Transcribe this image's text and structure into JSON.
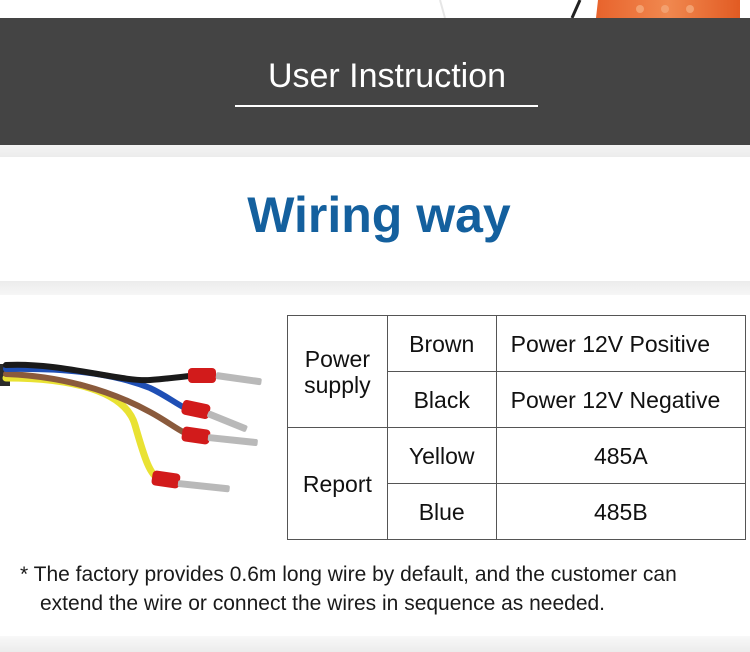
{
  "banner": {
    "title": "User Instruction"
  },
  "section": {
    "title": "Wiring way"
  },
  "wiring_table": {
    "groups": [
      {
        "name_line1": "Power",
        "name_line2": "supply",
        "rows": [
          {
            "color": "Brown",
            "function": "Power 12V Positive"
          },
          {
            "color": "Black",
            "function": "Power 12V Negative"
          }
        ]
      },
      {
        "name_line1": "Report",
        "rows": [
          {
            "color": "Yellow",
            "function": "485A"
          },
          {
            "color": "Blue",
            "function": "485B"
          }
        ]
      }
    ]
  },
  "note": {
    "line1": "* The factory provides 0.6m long wire by default, and the customer can",
    "line2": "extend the wire or connect the wires in sequence as needed."
  },
  "colors": {
    "banner_bg": "#444444",
    "title_blue": "#14609e",
    "wire_yellow": "#e9e233",
    "wire_blue": "#1f4fb5",
    "wire_brown": "#8a5a3c",
    "wire_black": "#1a1a1a",
    "ferrule_red": "#d21b1b"
  },
  "icons": {
    "product_photo": "device-photo-fragment",
    "wires": "cable-wires-illustration"
  }
}
